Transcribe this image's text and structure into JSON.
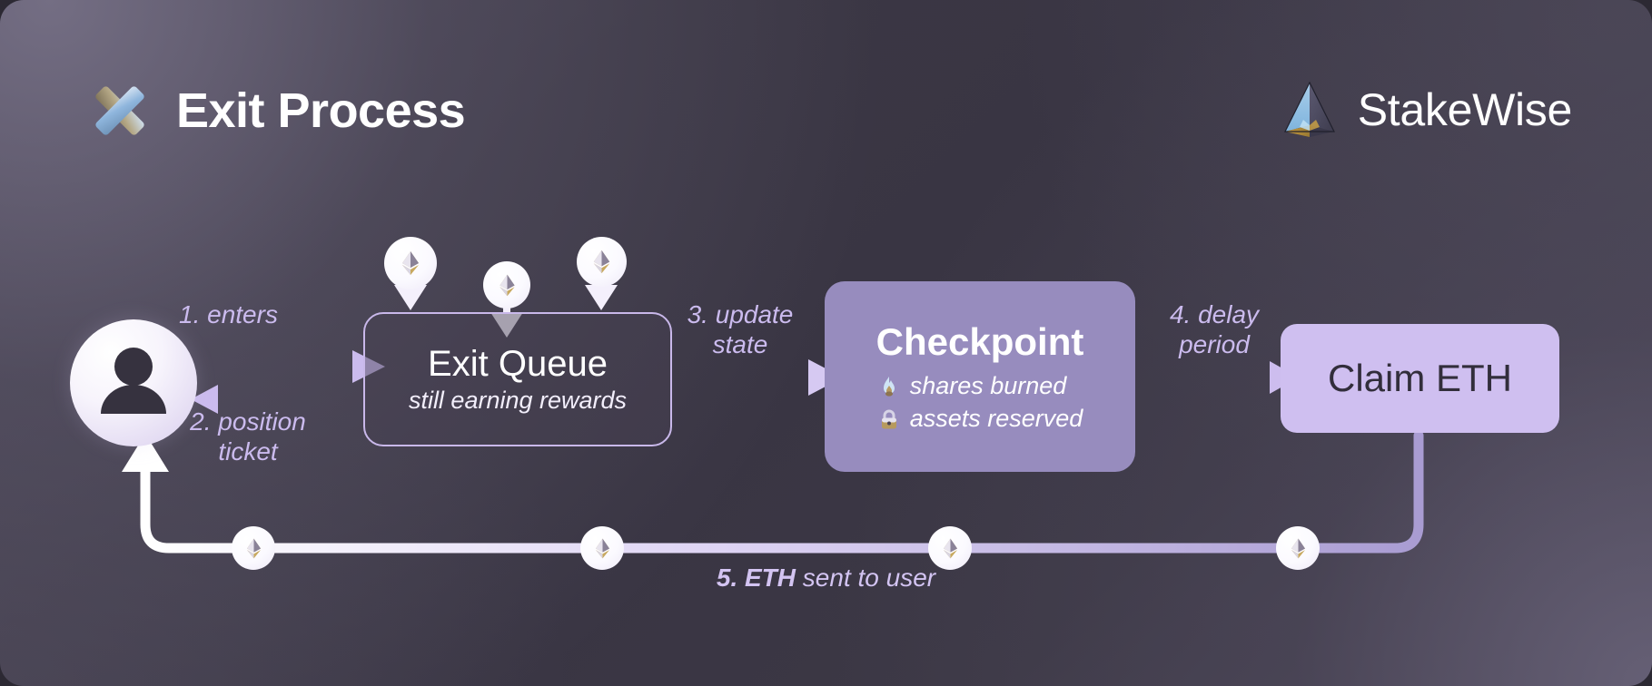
{
  "header": {
    "title": "Exit Process",
    "title_icon": "cross-mark-3d-icon",
    "brand": "StakeWise",
    "brand_icon": "stakewise-pyramid-logo"
  },
  "colors": {
    "background_dark": "#393543",
    "background_light": "#4e4859",
    "accent_lavender": "#cbbbee",
    "checkpoint_fill": "#978cbe",
    "claim_fill": "#cfbff0",
    "text_light": "#ffffff",
    "text_dark": "#322e3b"
  },
  "nodes": {
    "user": {
      "name": "user-avatar",
      "icon": "person-icon"
    },
    "exit_queue": {
      "title": "Exit Queue",
      "subtitle": "still earning rewards"
    },
    "checkpoint": {
      "title": "Checkpoint",
      "lines": [
        {
          "icon": "fire-emoji",
          "text": "shares burned"
        },
        {
          "icon": "lock-emoji",
          "text": "assets reserved"
        }
      ]
    },
    "claim": {
      "title": "Claim ETH"
    }
  },
  "steps": [
    {
      "id": "1",
      "label": "1. enters"
    },
    {
      "id": "2",
      "label": "2. position\nticket"
    },
    {
      "id": "3",
      "label": "3. update\nstate"
    },
    {
      "id": "4",
      "label": "4. delay\nperiod"
    },
    {
      "id": "5",
      "label_bold": "5. ETH",
      "label_rest": " sent to user"
    }
  ],
  "tokens": {
    "icon": "ethereum-diamond-icon",
    "inflow_count": 3,
    "return_count": 4
  }
}
